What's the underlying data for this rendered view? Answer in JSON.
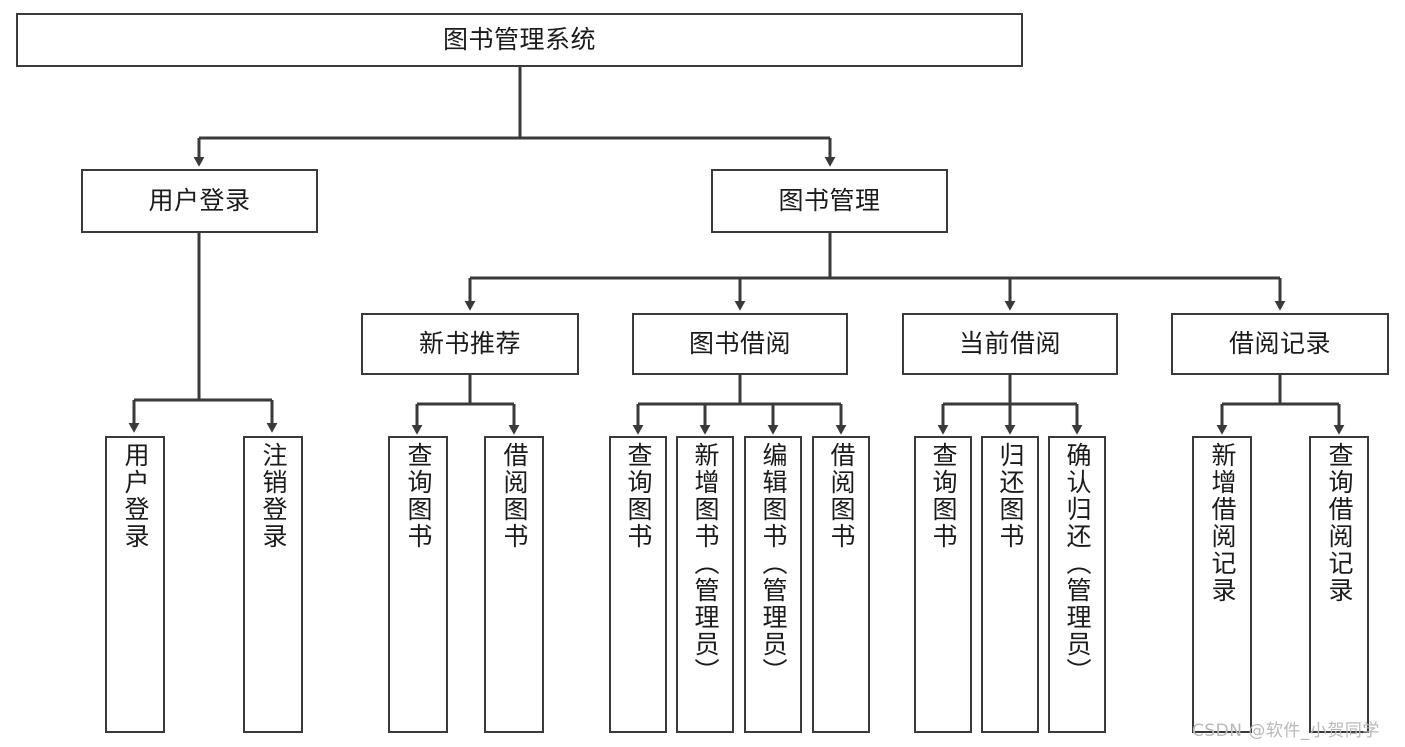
{
  "diagram": {
    "title": "图书管理系统",
    "type": "functional-structure-tree",
    "colors": {
      "box_border": "#3a3a3a",
      "box_fill": "#ffffff",
      "connector": "#3a3a3a",
      "text": "#1b1b1b",
      "watermark": "#b9b9b9"
    },
    "nodes": {
      "root": {
        "label": "图书管理系统"
      },
      "level2": [
        {
          "label": "用户登录"
        },
        {
          "label": "图书管理"
        }
      ],
      "level3": [
        {
          "label": "新书推荐"
        },
        {
          "label": "图书借阅"
        },
        {
          "label": "当前借阅"
        },
        {
          "label": "借阅记录"
        }
      ],
      "leaves": {
        "user_login": [
          {
            "label": "用户登录"
          },
          {
            "label": "注销登录"
          }
        ],
        "new_book_recommend": [
          {
            "label": "查询图书"
          },
          {
            "label": "借阅图书"
          }
        ],
        "book_borrow": [
          {
            "label": "查询图书"
          },
          {
            "label": "新增图书（管理员）"
          },
          {
            "label": "编辑图书（管理员）"
          },
          {
            "label": "借阅图书"
          }
        ],
        "current_borrow": [
          {
            "label": "查询图书"
          },
          {
            "label": "归还图书"
          },
          {
            "label": "确认归还（管理员）"
          }
        ],
        "borrow_record": [
          {
            "label": "新增借阅记录"
          },
          {
            "label": "查询借阅记录"
          }
        ]
      }
    },
    "watermark": "CSDN @软件_小贺同学"
  }
}
